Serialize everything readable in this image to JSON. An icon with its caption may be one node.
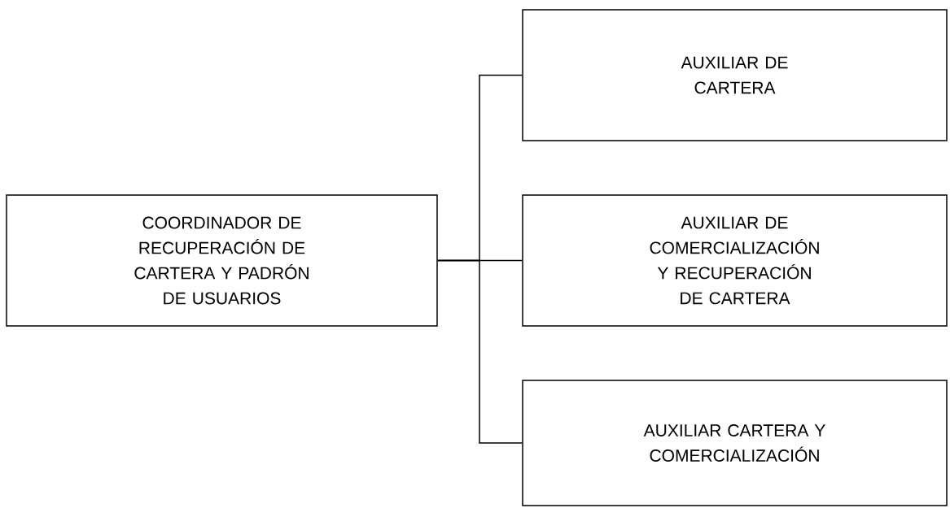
{
  "diagram": {
    "nodes": [
      {
        "text": [
          "COORDINADOR DE RECUPERACIÓN DE CARTERA Y PADRÓN DE USUARIOS"
        ]
      },
      {
        "text": [
          "AUXILIAR DE CARTERA"
        ]
      },
      {
        "text": [
          "AUXILIAR DE COMERCIALIZACIÓN Y RECUPERACIÓN DE CARTERA"
        ]
      },
      {
        "text": [
          "AUXILIAR CARTERA Y COMERCIALIZACIÓN"
        ]
      }
    ],
    "edges": [
      {
        "from": 0,
        "to": 1,
        "arrow": "none"
      },
      {
        "from": 0,
        "to": 2,
        "arrow": "none"
      },
      {
        "from": 0,
        "to": 3,
        "arrow": "none"
      }
    ]
  }
}
